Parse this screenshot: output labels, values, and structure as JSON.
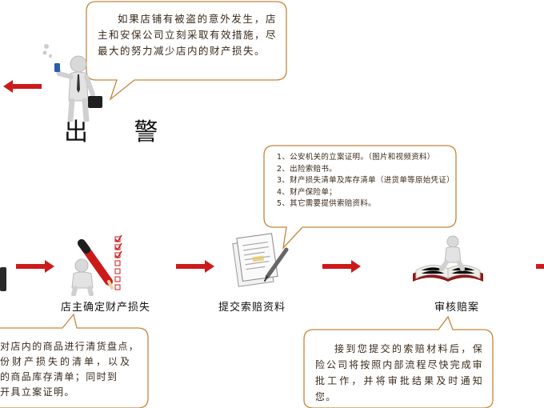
{
  "top": {
    "bubble_text": "如果店铺有被盗的意外发生，店主和安保公司立刻采取有效措施，尽最大的努力减少店内的财产损失。",
    "title": "出 警"
  },
  "documents_bubble": {
    "items": [
      "1、公安机关的立案证明。（图片和视频资料）",
      "2、出险索赔书。",
      "3、财产损失清单及库存清单（进货单等原始凭证）",
      "4、财产保险单；",
      "5、其它需要提供索赔资料。"
    ]
  },
  "steps": [
    {
      "label": "店主确定财产损失"
    },
    {
      "label": "提交索赔资料"
    },
    {
      "label": "审核赔案"
    }
  ],
  "bottom_left": {
    "lines": [
      "对店内的商品进行清货盘点，",
      "份财产损失的清单，以及",
      "的商品库存清单；同时到",
      "开具立案证明。"
    ]
  },
  "bottom_right": {
    "text": "接到您提交的索赔材料后，保险公司将按照内部流程尽快完成审批工作，并将审批结果及时通知您。"
  },
  "colors": {
    "arrow": "#cc1a1a",
    "bubble_stroke": "#c7853a",
    "bubble_fill": "#ffffff"
  }
}
